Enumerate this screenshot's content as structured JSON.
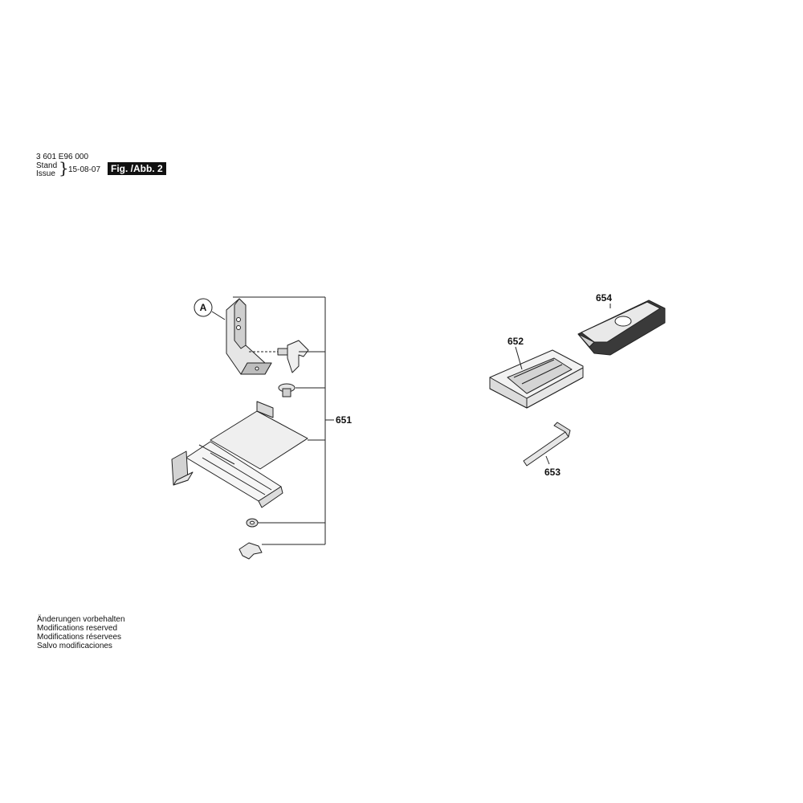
{
  "header": {
    "part_number": "3 601 E96 000",
    "stand_label": "Stand",
    "issue_label": "Issue",
    "issue_date": "15-08-07",
    "figure_label": "Fig. /Abb. 2"
  },
  "callouts": {
    "a": "A",
    "p651": "651",
    "p652": "652",
    "p653": "653",
    "p654": "654"
  },
  "notes": [
    "Änderungen vorbehalten",
    "Modifications reserved",
    "Modifications réservees",
    "Salvo modificaciones"
  ]
}
